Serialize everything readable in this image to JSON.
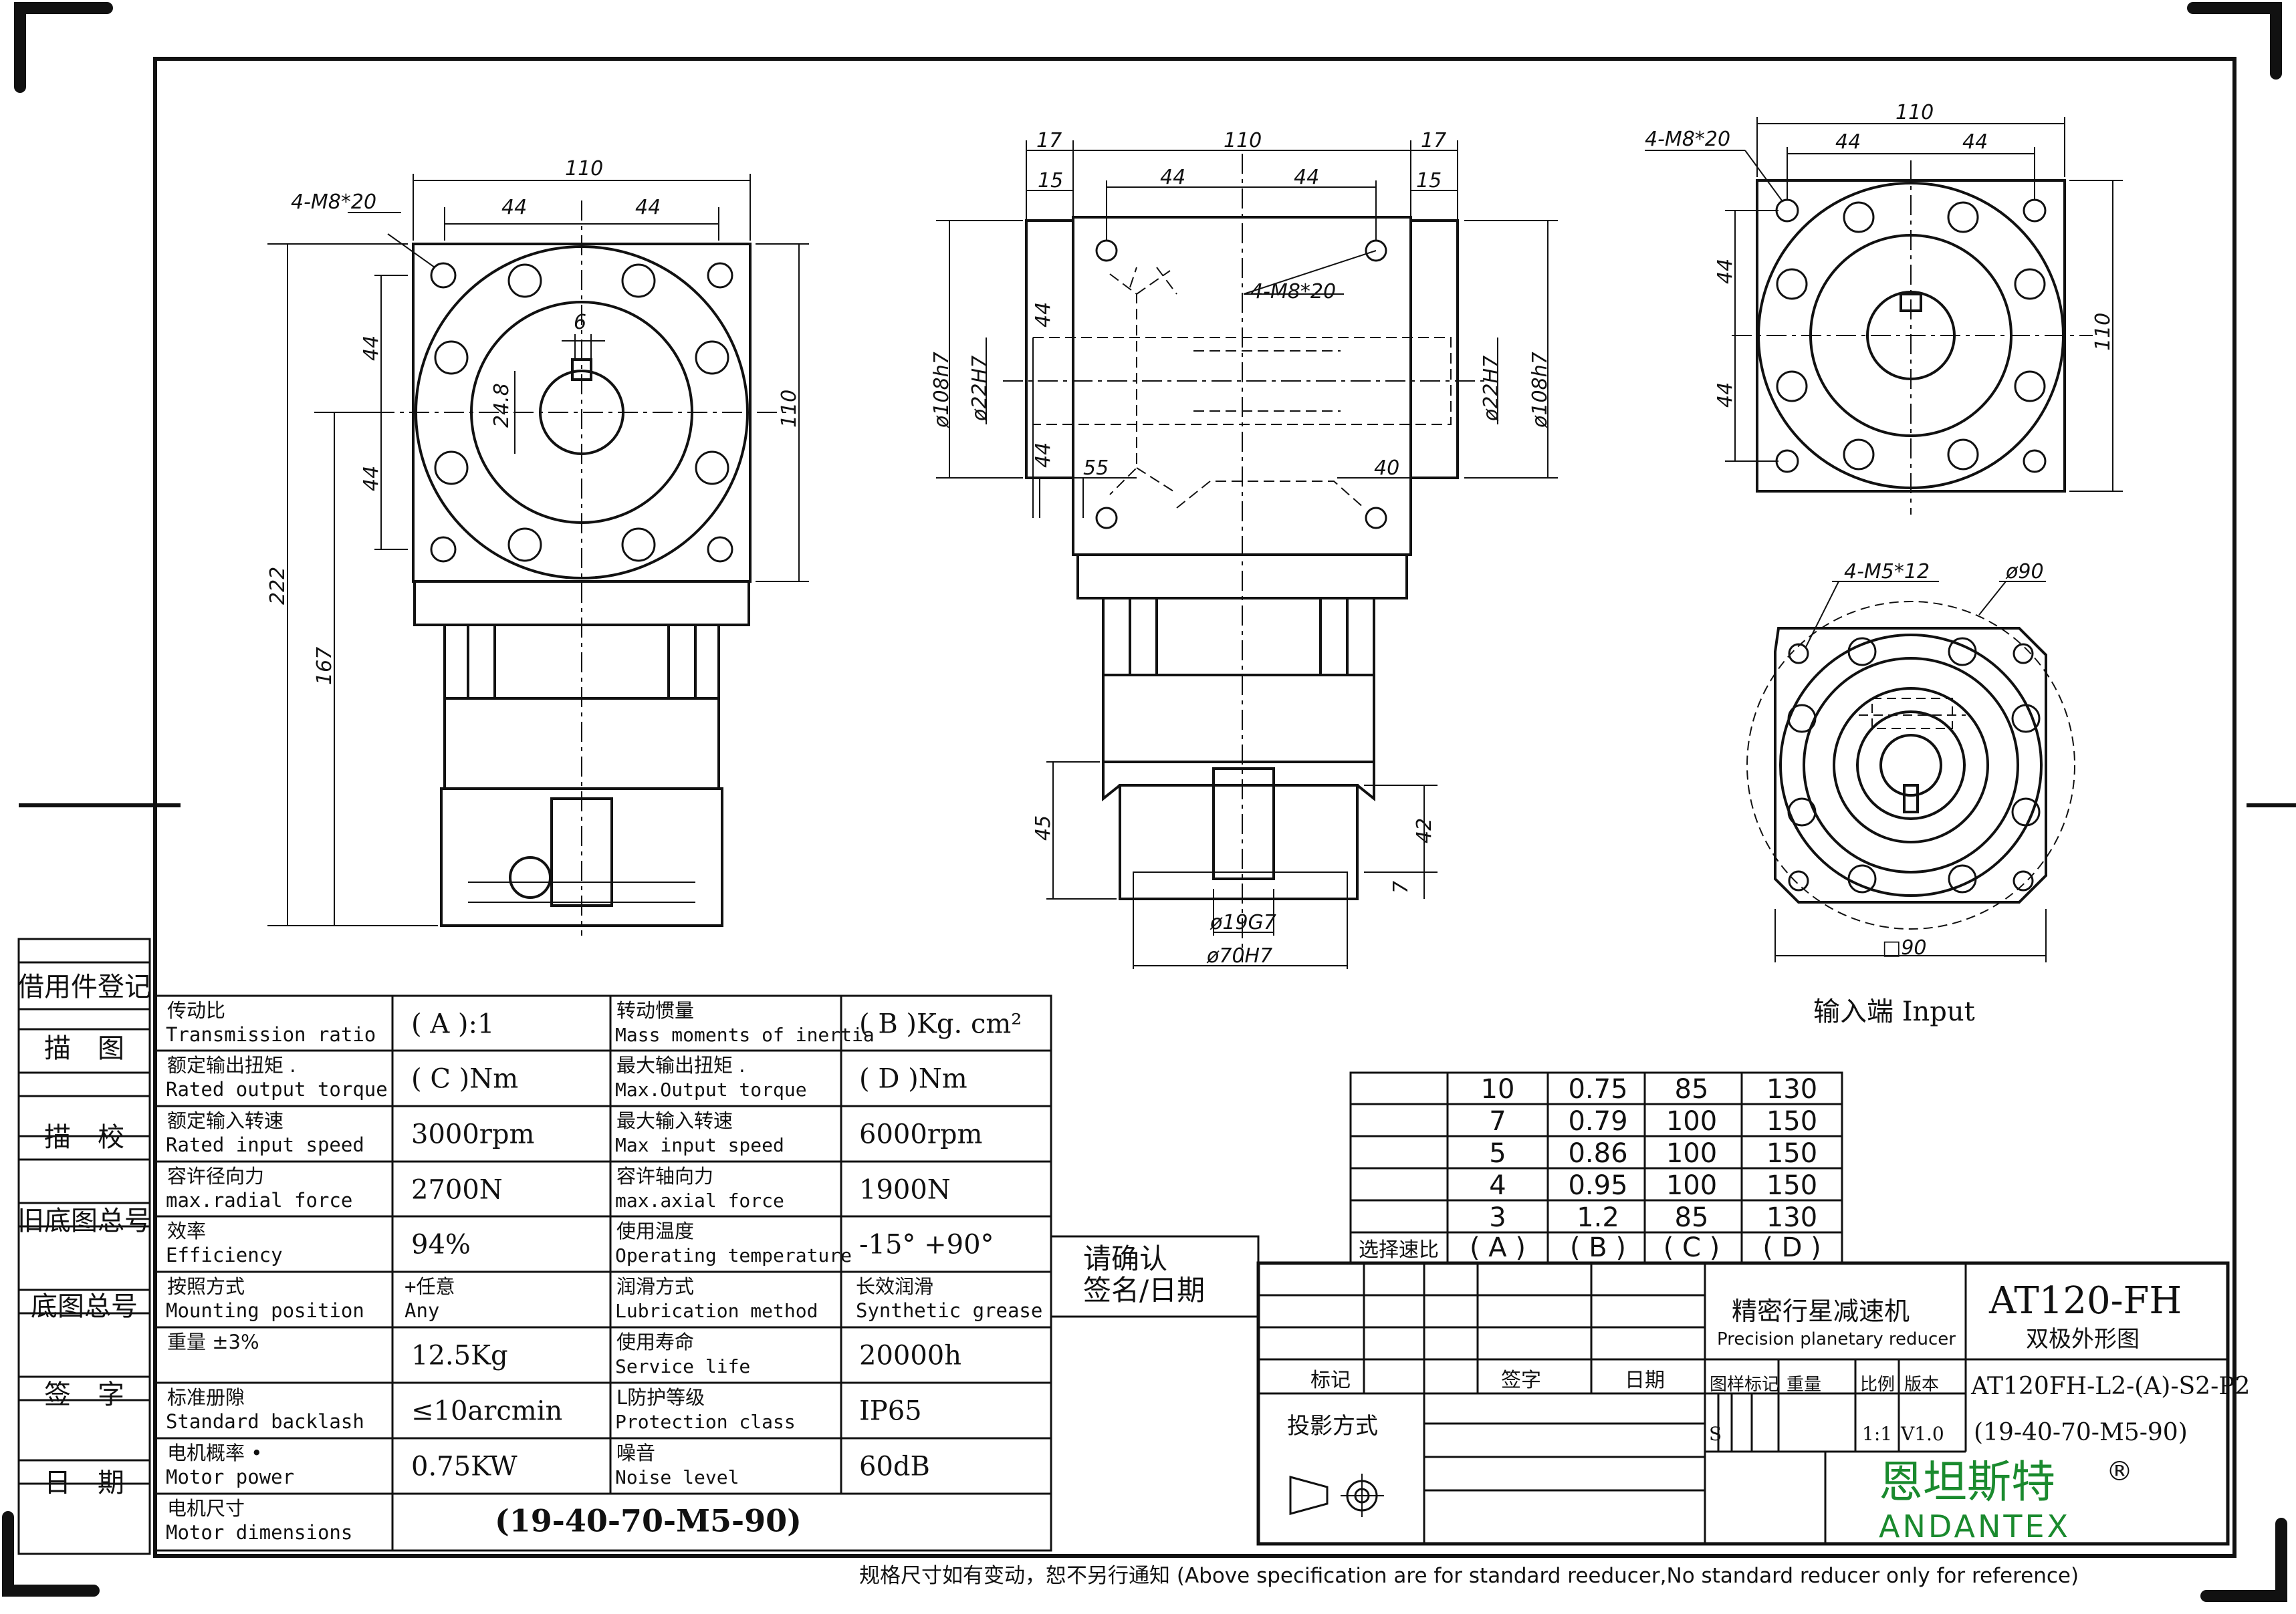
{
  "side_registry": [
    "借用件登记",
    "描　图",
    "描　校",
    "旧底图总号",
    "底图总号",
    "签　字",
    "日　期"
  ],
  "views": {
    "front": {
      "d110": "110",
      "d44a": "44",
      "d44b": "44",
      "bolt": "4-M8*20",
      "key": "6",
      "bore": "24.8",
      "h110": "110",
      "v44a": "44",
      "v44b": "44",
      "h222": "222",
      "h167": "167"
    },
    "side": {
      "d17a": "17",
      "d110": "110",
      "d17b": "17",
      "d15a": "15",
      "d15b": "15",
      "d44a": "44",
      "d44b": "44",
      "bolt": "4-M8*20",
      "phi108a": "ø108h7",
      "phi22a": "ø22H7",
      "phi22b": "ø22H7",
      "phi108b": "ø108h7",
      "v44a": "44",
      "v44b": "44",
      "d55": "55",
      "d40": "40",
      "d45": "45",
      "d42": "42",
      "d7": "7",
      "phi19": "ø19G7",
      "phi70": "ø70H7"
    },
    "top_right": {
      "bolt": "4-M8*20",
      "d110": "110",
      "d44a": "44",
      "d44b": "44",
      "v44a": "44",
      "v44b": "44",
      "h110": "110"
    },
    "input": {
      "bolt": "4-M5*12",
      "phi90": "ø90",
      "sq90": "□90",
      "caption": "输入端 Input"
    }
  },
  "spec_table": {
    "rows": [
      {
        "l1_cn": "传动比",
        "l1_en": "Transmission ratio",
        "v1": "( A ):1",
        "l2_cn": "转动惯量",
        "l2_en": "Mass moments of inertia",
        "v2": "( B )Kg. cm²"
      },
      {
        "l1_cn": "额定输出扭矩 .",
        "l1_en": "Rated output torque",
        "v1": "( C )Nm",
        "l2_cn": "最大输出扭矩 .",
        "l2_en": "Max.Output torque",
        "v2": "( D )Nm"
      },
      {
        "l1_cn": "额定输入转速",
        "l1_en": "Rated input speed",
        "v1": "3000rpm",
        "l2_cn": "最大输入转速",
        "l2_en": "Max input speed",
        "v2": "6000rpm"
      },
      {
        "l1_cn": "容许径向力",
        "l1_en": "max.radial force",
        "v1": "2700N",
        "l2_cn": "容许轴向力",
        "l2_en": "max.axial  force",
        "v2": "1900N"
      },
      {
        "l1_cn": "效率",
        "l1_en": "Efficiency",
        "v1": "94%",
        "l2_cn": "使用温度",
        "l2_en": "Operating temperature",
        "v2": "-15° +90°"
      },
      {
        "l1_cn": "按照方式",
        "l1_en": "Mounting position",
        "v1": "+任意\nAny",
        "l2_cn": "润滑方式",
        "l2_en": "Lubrication method",
        "v2": "长效润滑\nSynthetic grease"
      },
      {
        "l1_cn": "重量 ±3%",
        "l1_en": "",
        "v1": "12.5Kg",
        "l2_cn": "使用寿命",
        "l2_en": "Service life",
        "v2": "20000h"
      },
      {
        "l1_cn": "标准册隙",
        "l1_en": "Standard backlash",
        "v1": "≤10arcmin",
        "l2_cn": "L防护等级",
        "l2_en": "Protection class",
        "v2": "IP65"
      },
      {
        "l1_cn": "电机概率 •",
        "l1_en": "Motor power",
        "v1": "0.75KW",
        "l2_cn": "噪音",
        "l2_en": "Noise level",
        "v2": "60dB"
      },
      {
        "l1_cn": "电机尺寸",
        "l1_en": "Motor dimensions",
        "v1": "(19-40-70-M5-90)",
        "l2_cn": "",
        "l2_en": "",
        "v2": ""
      }
    ]
  },
  "ratio_table": {
    "rows": [
      [
        "10",
        "0.75",
        "85",
        "130"
      ],
      [
        "7",
        "0.79",
        "100",
        "150"
      ],
      [
        "5",
        "0.86",
        "100",
        "150"
      ],
      [
        "4",
        "0.95",
        "100",
        "150"
      ],
      [
        "3",
        "1.2",
        "85",
        "130"
      ]
    ],
    "footer": [
      "选择速比",
      "( A )",
      "( B )",
      "( C )",
      "( D )"
    ]
  },
  "confirm_box": {
    "line1": "请确认",
    "line2": "签名/日期"
  },
  "title_block": {
    "product_cn": "精密行星减速机",
    "product_en": "Precision planetary reducer",
    "model": "AT120-FH",
    "subtitle": "双极外形图",
    "mark": "标记",
    "sign": "签字",
    "date": "日期",
    "h_pattern": "图样标记",
    "h_weight": "重量",
    "h_scale": "比例",
    "h_version": "版本",
    "code1": "AT120FH-L2-(A)-S2-P2",
    "code2": "(19-40-70-M5-90)",
    "s": "S",
    "scale": "1:1",
    "version": "V1.0",
    "projection": "投影方式",
    "brand_cn": "恩坦斯特",
    "brand_reg": "®",
    "brand_en": "ANDANTEX"
  },
  "footer_note": "规格尺寸如有变动，恕不另行通知  (Above specification are for standard reeducer,No standard reducer only for reference)"
}
